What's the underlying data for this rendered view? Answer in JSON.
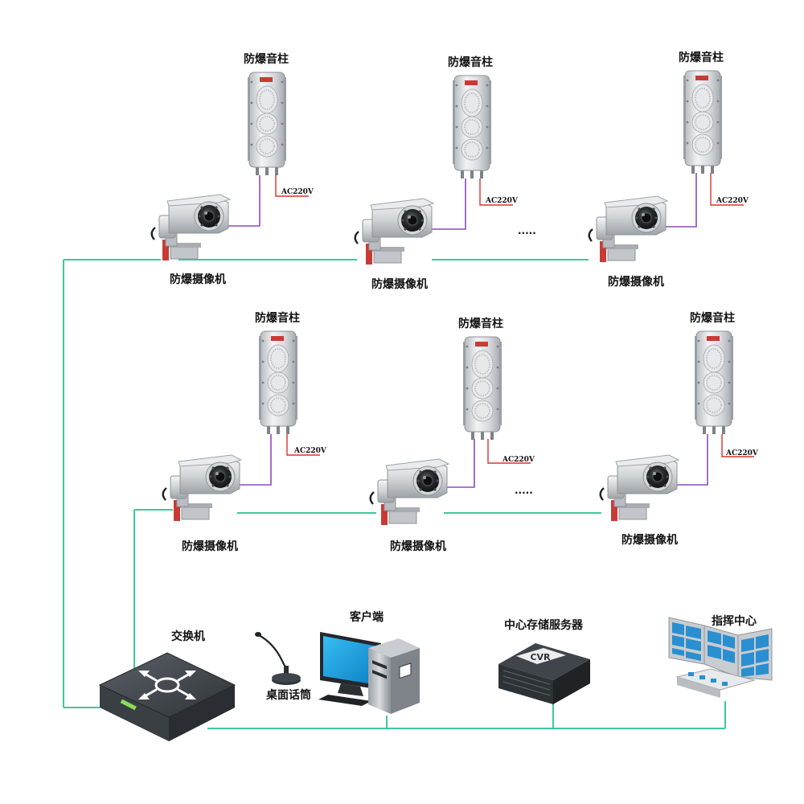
{
  "labels": {
    "speaker": "防爆音柱",
    "camera": "防爆摄像机",
    "power": "AC220V",
    "ellipsis": "·····",
    "switch": "交换机",
    "microphone": "桌面话筒",
    "client": "客户端",
    "storage": "中心存储服务器",
    "cvr_badge": "CVR",
    "command": "指挥中心"
  },
  "colors": {
    "network_line": "#3ec89a",
    "audio_line": "#8a4bbd",
    "power_line": "#d9342b"
  }
}
